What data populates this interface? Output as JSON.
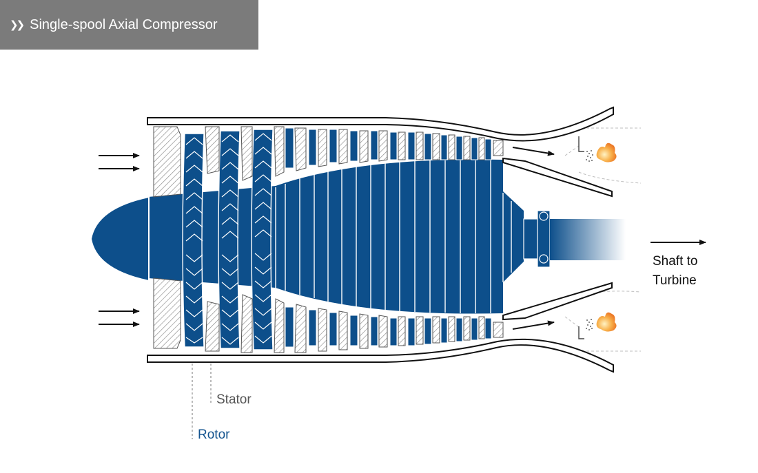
{
  "header": {
    "title": "Single-spool Axial Compressor",
    "icon": "chevron-right-icon"
  },
  "labels": {
    "stator": "Stator",
    "rotor": "Rotor",
    "shaft_line1": "Shaft to",
    "shaft_line2": "Turbine"
  },
  "colors": {
    "rotor": "#0d4f8b",
    "stator_fill": "#ffffff",
    "stator_hatch": "#888888",
    "casing": "#111111",
    "flame": "#f39a3a",
    "header_bg": "#7b7b7b",
    "stator_label": "#555555",
    "rotor_label": "#14548f"
  }
}
